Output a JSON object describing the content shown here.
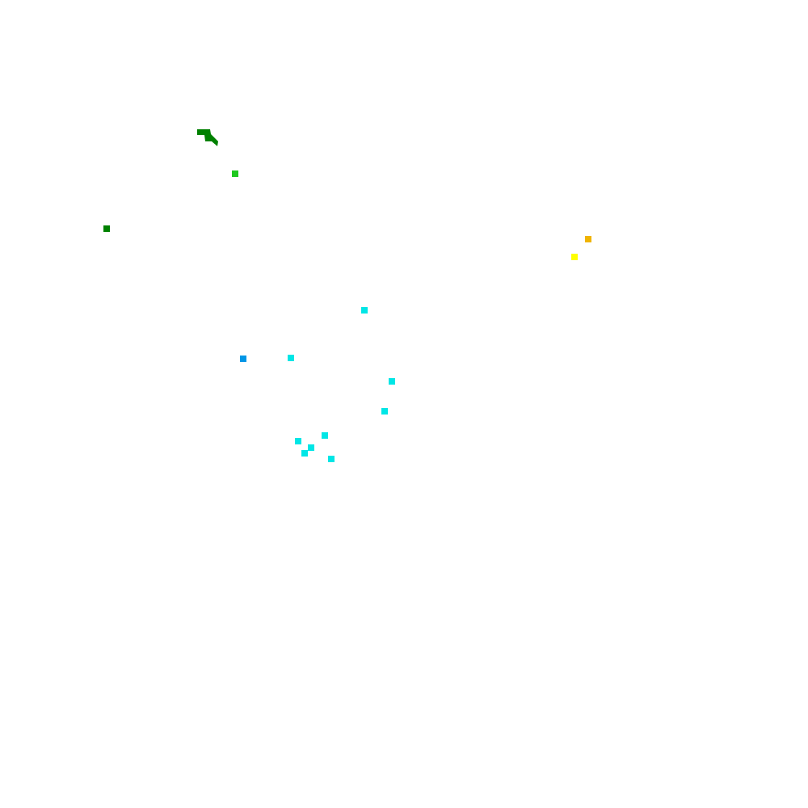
{
  "background": "#ffffff",
  "palette": {
    "dark_green": "#008000",
    "green": "#1ec81e",
    "yellow": "#ffff00",
    "amber": "#f0b400",
    "cyan": "#00e6e6",
    "blue": "#0096e6"
  },
  "features": [
    {
      "kind": "cluster",
      "color": "dark_green"
    },
    {
      "kind": "marker",
      "color": "green"
    },
    {
      "kind": "marker",
      "color": "dark_green"
    },
    {
      "kind": "marker",
      "color": "amber"
    },
    {
      "kind": "marker",
      "color": "yellow"
    },
    {
      "kind": "marker",
      "color": "cyan"
    },
    {
      "kind": "marker",
      "color": "blue"
    },
    {
      "kind": "marker",
      "color": "cyan"
    },
    {
      "kind": "marker",
      "color": "cyan"
    },
    {
      "kind": "marker",
      "color": "cyan"
    },
    {
      "kind": "marker",
      "color": "cyan"
    },
    {
      "kind": "marker",
      "color": "cyan"
    },
    {
      "kind": "marker",
      "color": "cyan"
    },
    {
      "kind": "marker",
      "color": "cyan"
    },
    {
      "kind": "marker",
      "color": "cyan"
    }
  ]
}
